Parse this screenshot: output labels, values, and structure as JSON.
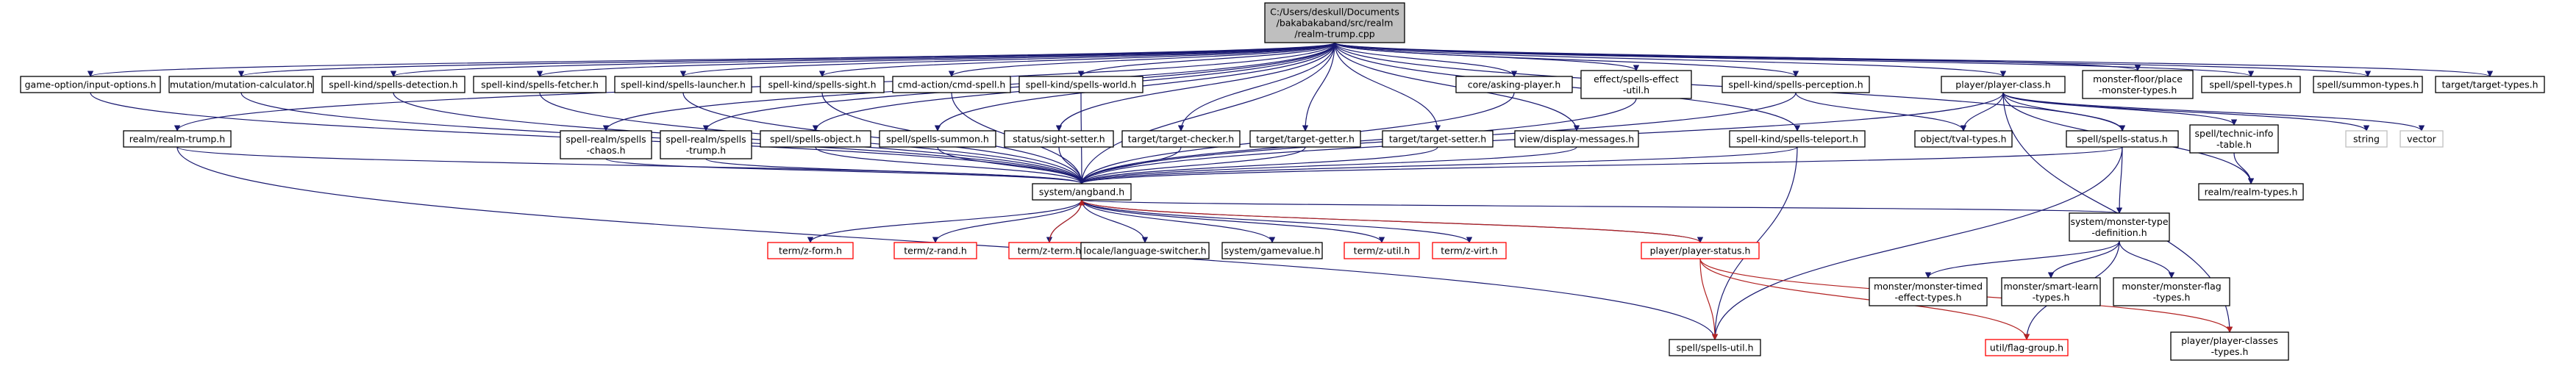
{
  "colors": {
    "background": "#ffffff",
    "normal_border": "#000000",
    "missing_border": "#ff0000",
    "external_border": "#bfbfbf",
    "root_fill": "#bfbfbf",
    "edge_blue": "#191970",
    "edge_red": "#b22222",
    "edge_gray": "#a9a9a9"
  },
  "nodes": [
    {
      "id": "root",
      "kind": "root",
      "lines": [
        "C:/Users/deskull/Documents",
        "/bakabakaband/src/realm",
        "/realm-trump.cpp"
      ]
    },
    {
      "id": "game_option_input",
      "kind": "normal",
      "lines": [
        "game-option/input-options.h"
      ]
    },
    {
      "id": "mutation_calc",
      "kind": "normal",
      "lines": [
        "mutation/mutation-calculator.h"
      ]
    },
    {
      "id": "spells_detection",
      "kind": "normal",
      "lines": [
        "spell-kind/spells-detection.h"
      ]
    },
    {
      "id": "spells_fetcher",
      "kind": "normal",
      "lines": [
        "spell-kind/spells-fetcher.h"
      ]
    },
    {
      "id": "spells_launcher",
      "kind": "normal",
      "lines": [
        "spell-kind/spells-launcher.h"
      ]
    },
    {
      "id": "spells_sight",
      "kind": "normal",
      "lines": [
        "spell-kind/spells-sight.h"
      ]
    },
    {
      "id": "cmd_spell",
      "kind": "normal",
      "lines": [
        "cmd-action/cmd-spell.h"
      ]
    },
    {
      "id": "spells_world",
      "kind": "normal",
      "lines": [
        "spell-kind/spells-world.h"
      ]
    },
    {
      "id": "asking_player",
      "kind": "normal",
      "lines": [
        "core/asking-player.h"
      ]
    },
    {
      "id": "spells_effect_util",
      "kind": "normal",
      "lines": [
        "effect/spells-effect",
        "-util.h"
      ]
    },
    {
      "id": "spells_perception",
      "kind": "normal",
      "lines": [
        "spell-kind/spells-perception.h"
      ]
    },
    {
      "id": "player_class",
      "kind": "normal",
      "lines": [
        "player/player-class.h"
      ]
    },
    {
      "id": "monster_floor_place",
      "kind": "normal",
      "lines": [
        "monster-floor/place",
        "-monster-types.h"
      ]
    },
    {
      "id": "spell_types",
      "kind": "normal",
      "lines": [
        "spell/spell-types.h"
      ]
    },
    {
      "id": "summon_types",
      "kind": "normal",
      "lines": [
        "spell/summon-types.h"
      ]
    },
    {
      "id": "target_types",
      "kind": "normal",
      "lines": [
        "target/target-types.h"
      ]
    },
    {
      "id": "realm_trump_h",
      "kind": "normal",
      "lines": [
        "realm/realm-trump.h"
      ]
    },
    {
      "id": "spells_chaos",
      "kind": "normal",
      "lines": [
        "spell-realm/spells",
        "-chaos.h"
      ]
    },
    {
      "id": "spells_trump",
      "kind": "normal",
      "lines": [
        "spell-realm/spells",
        "-trump.h"
      ]
    },
    {
      "id": "spells_object",
      "kind": "normal",
      "lines": [
        "spell/spells-object.h"
      ]
    },
    {
      "id": "spells_summon",
      "kind": "normal",
      "lines": [
        "spell/spells-summon.h"
      ]
    },
    {
      "id": "sight_setter",
      "kind": "normal",
      "lines": [
        "status/sight-setter.h"
      ]
    },
    {
      "id": "target_checker",
      "kind": "normal",
      "lines": [
        "target/target-checker.h"
      ]
    },
    {
      "id": "target_getter",
      "kind": "normal",
      "lines": [
        "target/target-getter.h"
      ]
    },
    {
      "id": "target_setter",
      "kind": "normal",
      "lines": [
        "target/target-setter.h"
      ]
    },
    {
      "id": "display_messages",
      "kind": "normal",
      "lines": [
        "view/display-messages.h"
      ]
    },
    {
      "id": "spells_teleport",
      "kind": "normal",
      "lines": [
        "spell-kind/spells-teleport.h"
      ]
    },
    {
      "id": "fval_types",
      "kind": "normal",
      "lines": [
        "object/tval-types.h"
      ]
    },
    {
      "id": "spells_status",
      "kind": "normal",
      "lines": [
        "spell/spells-status.h"
      ]
    },
    {
      "id": "technic_info",
      "kind": "normal",
      "lines": [
        "spell/technic-info",
        "-table.h"
      ]
    },
    {
      "id": "string",
      "kind": "external",
      "lines": [
        "string"
      ]
    },
    {
      "id": "vector",
      "kind": "external",
      "lines": [
        "vector"
      ]
    },
    {
      "id": "realm_types",
      "kind": "normal",
      "lines": [
        "realm/realm-types.h"
      ]
    },
    {
      "id": "angband",
      "kind": "normal",
      "lines": [
        "system/angband.h"
      ]
    },
    {
      "id": "monster_type_def",
      "kind": "normal",
      "lines": [
        "system/monster-type",
        "-definition.h"
      ]
    },
    {
      "id": "z_form",
      "kind": "missing",
      "lines": [
        "term/z-form.h"
      ]
    },
    {
      "id": "z_rand",
      "kind": "missing",
      "lines": [
        "term/z-rand.h"
      ]
    },
    {
      "id": "z_term",
      "kind": "missing",
      "lines": [
        "term/z-term.h"
      ]
    },
    {
      "id": "lang_switcher",
      "kind": "normal",
      "lines": [
        "locale/language-switcher.h"
      ]
    },
    {
      "id": "gamevalue",
      "kind": "normal",
      "lines": [
        "system/gamevalue.h"
      ]
    },
    {
      "id": "z_util",
      "kind": "missing",
      "lines": [
        "term/z-util.h"
      ]
    },
    {
      "id": "z_virt",
      "kind": "missing",
      "lines": [
        "term/z-virt.h"
      ]
    },
    {
      "id": "player_status",
      "kind": "missing",
      "lines": [
        "player/player-status.h"
      ]
    },
    {
      "id": "timed_effect",
      "kind": "normal",
      "lines": [
        "monster/monster-timed",
        "-effect-types.h"
      ]
    },
    {
      "id": "smart_learn",
      "kind": "normal",
      "lines": [
        "monster/smart-learn",
        "-types.h"
      ]
    },
    {
      "id": "monster_flag",
      "kind": "normal",
      "lines": [
        "monster/monster-flag",
        "-types.h"
      ]
    },
    {
      "id": "flag_group",
      "kind": "missing",
      "lines": [
        "util/flag-group.h"
      ]
    },
    {
      "id": "spells_util",
      "kind": "normal",
      "lines": [
        "spell/spells-util.h"
      ]
    },
    {
      "id": "player_classes_types",
      "kind": "normal",
      "lines": [
        "player/player-classes",
        "-types.h"
      ]
    }
  ],
  "edges": [
    [
      "root",
      "game_option_input",
      "blue"
    ],
    [
      "root",
      "mutation_calc",
      "blue"
    ],
    [
      "root",
      "spells_detection",
      "blue"
    ],
    [
      "root",
      "spells_fetcher",
      "blue"
    ],
    [
      "root",
      "spells_launcher",
      "blue"
    ],
    [
      "root",
      "spells_sight",
      "blue"
    ],
    [
      "root",
      "cmd_spell",
      "blue"
    ],
    [
      "root",
      "spells_world",
      "blue"
    ],
    [
      "root",
      "asking_player",
      "blue"
    ],
    [
      "root",
      "spells_effect_util",
      "blue"
    ],
    [
      "root",
      "spells_perception",
      "blue"
    ],
    [
      "root",
      "player_class",
      "blue"
    ],
    [
      "root",
      "monster_floor_place",
      "blue"
    ],
    [
      "root",
      "spell_types",
      "blue"
    ],
    [
      "root",
      "summon_types",
      "blue"
    ],
    [
      "root",
      "target_types",
      "blue"
    ],
    [
      "root",
      "realm_trump_h",
      "blue"
    ],
    [
      "root",
      "spells_chaos",
      "blue"
    ],
    [
      "root",
      "spells_trump",
      "blue"
    ],
    [
      "root",
      "spells_object",
      "blue"
    ],
    [
      "root",
      "spells_summon",
      "blue"
    ],
    [
      "root",
      "sight_setter",
      "blue"
    ],
    [
      "root",
      "target_checker",
      "blue"
    ],
    [
      "root",
      "target_getter",
      "blue"
    ],
    [
      "root",
      "target_setter",
      "blue"
    ],
    [
      "root",
      "display_messages",
      "blue"
    ],
    [
      "root",
      "spells_teleport",
      "blue"
    ],
    [
      "root",
      "spells_status",
      "blue"
    ],
    [
      "root",
      "angband",
      "blue"
    ],
    [
      "game_option_input",
      "angband",
      "blue"
    ],
    [
      "mutation_calc",
      "angband",
      "blue"
    ],
    [
      "spells_detection",
      "angband",
      "blue"
    ],
    [
      "spells_fetcher",
      "angband",
      "blue"
    ],
    [
      "spells_launcher",
      "angband",
      "blue"
    ],
    [
      "spells_sight",
      "angband",
      "blue"
    ],
    [
      "cmd_spell",
      "angband",
      "blue"
    ],
    [
      "spells_world",
      "angband",
      "blue"
    ],
    [
      "asking_player",
      "angband",
      "blue"
    ],
    [
      "spells_effect_util",
      "angband",
      "blue"
    ],
    [
      "spells_perception",
      "angband",
      "blue"
    ],
    [
      "player_class",
      "angband",
      "blue"
    ],
    [
      "realm_trump_h",
      "angband",
      "blue"
    ],
    [
      "spells_chaos",
      "angband",
      "blue"
    ],
    [
      "spells_trump",
      "angband",
      "blue"
    ],
    [
      "spells_object",
      "angband",
      "blue"
    ],
    [
      "spells_summon",
      "angband",
      "blue"
    ],
    [
      "sight_setter",
      "angband",
      "blue"
    ],
    [
      "target_checker",
      "angband",
      "blue"
    ],
    [
      "target_getter",
      "angband",
      "blue"
    ],
    [
      "target_setter",
      "angband",
      "blue"
    ],
    [
      "display_messages",
      "angband",
      "blue"
    ],
    [
      "spells_teleport",
      "angband",
      "blue"
    ],
    [
      "spells_status",
      "angband",
      "blue"
    ],
    [
      "spells_perception",
      "fval_types",
      "blue"
    ],
    [
      "player_class",
      "fval_types",
      "blue"
    ],
    [
      "player_class",
      "spells_status",
      "blue"
    ],
    [
      "player_class",
      "technic_info",
      "blue"
    ],
    [
      "player_class",
      "string",
      "blue"
    ],
    [
      "player_class",
      "vector",
      "blue"
    ],
    [
      "player_class",
      "realm_types",
      "blue"
    ],
    [
      "player_class",
      "player_classes_types",
      "blue"
    ],
    [
      "technic_info",
      "realm_types",
      "blue"
    ],
    [
      "spells_status",
      "monster_type_def",
      "blue"
    ],
    [
      "spells_status",
      "spells_util",
      "blue"
    ],
    [
      "spells_teleport",
      "spells_util",
      "blue"
    ],
    [
      "realm_trump_h",
      "spells_util",
      "blue"
    ],
    [
      "angband",
      "z_form",
      "blue"
    ],
    [
      "angband",
      "z_rand",
      "blue"
    ],
    [
      "angband",
      "z_term",
      "blue"
    ],
    [
      "angband",
      "lang_switcher",
      "blue"
    ],
    [
      "angband",
      "gamevalue",
      "blue"
    ],
    [
      "angband",
      "z_util",
      "blue"
    ],
    [
      "angband",
      "z_virt",
      "blue"
    ],
    [
      "angband",
      "player_status",
      "blue"
    ],
    [
      "monster_type_def",
      "timed_effect",
      "blue"
    ],
    [
      "monster_type_def",
      "smart_learn",
      "blue"
    ],
    [
      "monster_type_def",
      "monster_flag",
      "blue"
    ],
    [
      "monster_type_def",
      "flag_group",
      "blue"
    ],
    [
      "monster_type_def",
      "angband",
      "blue"
    ],
    [
      "z_term",
      "angband",
      "red"
    ],
    [
      "player_status",
      "angband",
      "red"
    ],
    [
      "player_status",
      "flag_group",
      "red"
    ],
    [
      "player_status",
      "spells_util",
      "red"
    ],
    [
      "player_status",
      "player_classes_types",
      "red"
    ]
  ]
}
